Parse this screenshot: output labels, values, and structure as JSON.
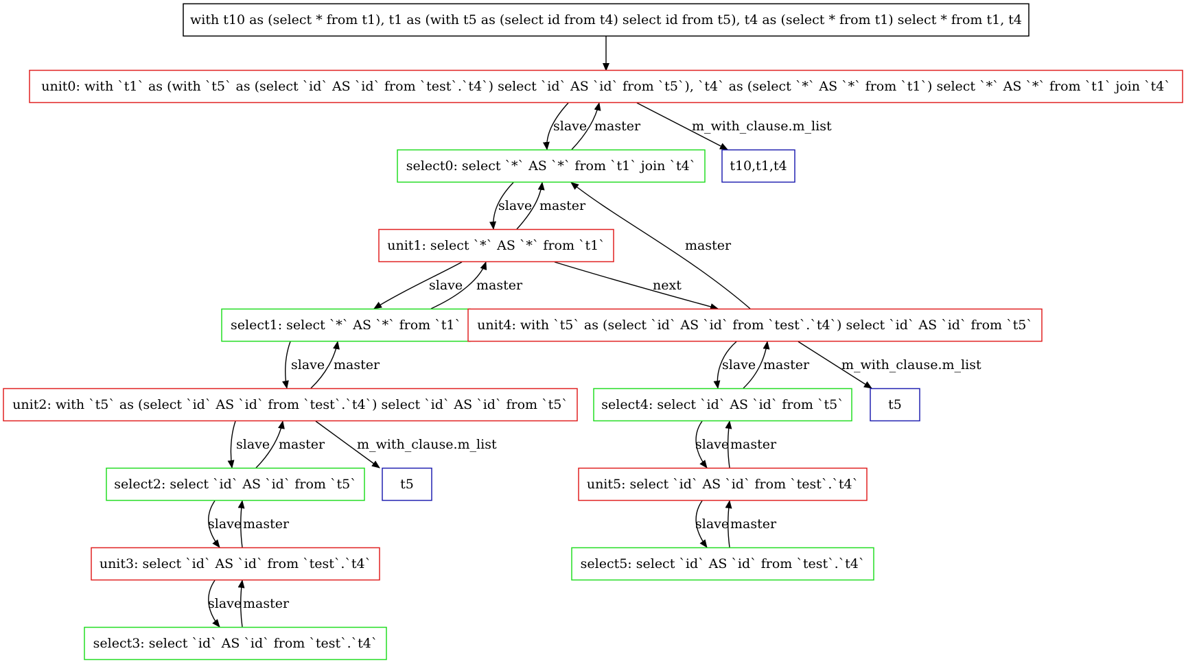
{
  "colors": {
    "unit": "#e02020",
    "select": "#22dd22",
    "list": "#2020b0",
    "root": "#000000",
    "edge": "#000000"
  },
  "nodes": {
    "root": {
      "kind": "root",
      "label": "with t10 as (select * from t1), t1 as (with t5 as (select id from t4) select id from t5), t4 as (select * from t1) select * from t1, t4"
    },
    "unit0": {
      "kind": "unit",
      "label": "unit0: with `t1` as (with `t5` as (select `id` AS `id` from `test`.`t4`) select `id` AS `id` from `t5`), `t4` as (select `*` AS `*` from `t1`) select `*` AS `*` from `t1` join `t4`"
    },
    "select0": {
      "kind": "select",
      "label": "select0: select `*` AS `*` from `t1` join `t4`"
    },
    "list0": {
      "kind": "list",
      "label": "t10,t1,t4"
    },
    "unit1": {
      "kind": "unit",
      "label": "unit1: select `*` AS `*` from `t1`"
    },
    "select1": {
      "kind": "select",
      "label": "select1: select `*` AS `*` from `t1`"
    },
    "unit4": {
      "kind": "unit",
      "label": "unit4: with `t5` as (select `id` AS `id` from `test`.`t4`) select `id` AS `id` from `t5`"
    },
    "unit2": {
      "kind": "unit",
      "label": "unit2: with `t5` as (select `id` AS `id` from `test`.`t4`) select `id` AS `id` from `t5`"
    },
    "select4": {
      "kind": "select",
      "label": "select4: select `id` AS `id` from `t5`"
    },
    "list4": {
      "kind": "list",
      "label": "t5"
    },
    "select2": {
      "kind": "select",
      "label": "select2: select `id` AS `id` from `t5`"
    },
    "list2": {
      "kind": "list",
      "label": "t5"
    },
    "unit5": {
      "kind": "unit",
      "label": "unit5: select `id` AS `id` from `test`.`t4`"
    },
    "unit3": {
      "kind": "unit",
      "label": "unit3: select `id` AS `id` from `test`.`t4`"
    },
    "select5": {
      "kind": "select",
      "label": "select5: select `id` AS `id` from `test`.`t4`"
    },
    "select3": {
      "kind": "select",
      "label": "select3: select `id` AS `id` from `test`.`t4`"
    }
  },
  "edges": [
    {
      "from": "root",
      "to": "unit0",
      "label": ""
    },
    {
      "from": "unit0",
      "to": "select0",
      "label": "slave"
    },
    {
      "from": "select0",
      "to": "unit0",
      "label": "master"
    },
    {
      "from": "unit0",
      "to": "list0",
      "label": "m_with_clause.m_list"
    },
    {
      "from": "select0",
      "to": "unit1",
      "label": "slave"
    },
    {
      "from": "unit1",
      "to": "select0",
      "label": "master"
    },
    {
      "from": "unit4",
      "to": "select0",
      "label": "master"
    },
    {
      "from": "unit1",
      "to": "select1",
      "label": "slave"
    },
    {
      "from": "select1",
      "to": "unit1",
      "label": "master"
    },
    {
      "from": "unit1",
      "to": "unit4",
      "label": "next"
    },
    {
      "from": "select1",
      "to": "unit2",
      "label": "slave"
    },
    {
      "from": "unit2",
      "to": "select1",
      "label": "master"
    },
    {
      "from": "unit4",
      "to": "select4",
      "label": "slave"
    },
    {
      "from": "select4",
      "to": "unit4",
      "label": "master"
    },
    {
      "from": "unit4",
      "to": "list4",
      "label": "m_with_clause.m_list"
    },
    {
      "from": "unit2",
      "to": "select2",
      "label": "slave"
    },
    {
      "from": "select2",
      "to": "unit2",
      "label": "master"
    },
    {
      "from": "unit2",
      "to": "list2",
      "label": "m_with_clause.m_list"
    },
    {
      "from": "select4",
      "to": "unit5",
      "label": "slave"
    },
    {
      "from": "unit5",
      "to": "select4",
      "label": "master"
    },
    {
      "from": "select2",
      "to": "unit3",
      "label": "slave"
    },
    {
      "from": "unit3",
      "to": "select2",
      "label": "master"
    },
    {
      "from": "unit5",
      "to": "select5",
      "label": "slave"
    },
    {
      "from": "select5",
      "to": "unit5",
      "label": "master"
    },
    {
      "from": "unit3",
      "to": "select3",
      "label": "slave"
    },
    {
      "from": "select3",
      "to": "unit3",
      "label": "master"
    }
  ]
}
